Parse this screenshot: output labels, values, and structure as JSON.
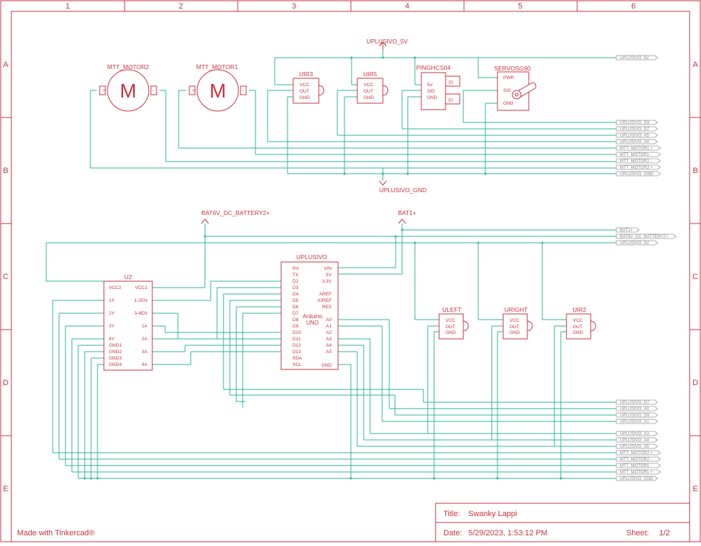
{
  "frame": {
    "columns": [
      "1",
      "2",
      "3",
      "4",
      "5",
      "6"
    ],
    "rows": [
      "A",
      "B",
      "C",
      "D",
      "E"
    ]
  },
  "footer": {
    "made_with": "Made with Tinkercad®",
    "title_label": "Title:",
    "title_value": "Swanky Lappi",
    "date_label": "Date:",
    "date_value": "5/29/2023, 1:53:12 PM",
    "sheet_label": "Sheet:",
    "sheet_value": "1/2"
  },
  "nets": {
    "top_5v": "UPLUSIVO_5V",
    "top_gnd": "UPLUSIVO_GND",
    "bat6v": "BAT6V_DC_BATTERY2+",
    "bat1": "BAT1+"
  },
  "ports_top": [
    "UPLUSIVO_5V",
    "UPLUSIVO_D9",
    "UPLUSIVO_D7",
    "UPLUSIVO_A5",
    "UPLUSIVO_A4",
    "MTT_MOTOR1 +",
    "MTT_MOTOR1 -",
    "MTT_MOTOR2 -",
    "MTT_MOTOR2 +",
    "UPLUSIVO_GND"
  ],
  "ports_mid": [
    "BAT1+",
    "BAT6V_DC_BATTERY2+",
    "UPLUSIVO_5V"
  ],
  "ports_bottom": [
    "UPLUSIVO_D7",
    "UPLUSIVO_A0",
    "UPLUSIVO_D9",
    "UPLUSIVO_A1",
    "UPLUSIVO_A3",
    "UPLUSIVO_A4",
    "UPLUSIVO_A5",
    "MTT_MOTOR2 +",
    "MTT_MOTOR2 -",
    "MTT_MOTOR1 -",
    "MTT_MOTOR1 +",
    "UPLUSIVO_GND"
  ],
  "motors": [
    {
      "name": "MTT_MOTOR2",
      "symbol": "M",
      "minus": "-",
      "plus": "+"
    },
    {
      "name": "MTT_MOTOR1",
      "symbol": "M",
      "minus": "-",
      "plus": "+"
    }
  ],
  "ir_top": [
    {
      "name": "UIR3",
      "pins": [
        "VCC",
        "OUT",
        "GND"
      ]
    },
    {
      "name": "UIR5",
      "pins": [
        "VCC",
        "OUT",
        "GND"
      ]
    }
  ],
  "ping": {
    "name": "PINGHCS04",
    "pins": [
      "5V",
      "SIG",
      "GND"
    ]
  },
  "servo": {
    "name": "SERVOSG90",
    "pins": [
      "PWR",
      "SIG",
      "GND"
    ]
  },
  "u2": {
    "name": "U2",
    "left": [
      "VCC2",
      "1Y",
      "2Y",
      "3Y",
      "4Y",
      "GND1",
      "GND2",
      "GND3",
      "GND4"
    ],
    "right": [
      "VCC1",
      "1-2EN",
      "3-4EN",
      "1A",
      "2A",
      "3A",
      "4A"
    ]
  },
  "uno": {
    "name": "UPLUSIVO",
    "left": [
      "RX",
      "TX",
      "D2",
      "D3",
      "D4",
      "D5",
      "D6",
      "D7",
      "D8",
      "D9",
      "D10",
      "D11",
      "D12",
      "D13",
      "SDA",
      "SCL"
    ],
    "right": [
      "VIN",
      "5V",
      "3.3V",
      "AREF",
      "IOREF",
      "RES",
      "A0",
      "A1",
      "A2",
      "A3",
      "A4",
      "A5",
      "GND"
    ],
    "label1": "Arduino",
    "label2": "UNO"
  },
  "ir_bottom": [
    {
      "name": "ULEFT",
      "pins": [
        "VCC",
        "OUT",
        "GND"
      ]
    },
    {
      "name": "URIGHT",
      "pins": [
        "VCC",
        "OUT",
        "GND"
      ]
    },
    {
      "name": "UIR2",
      "pins": [
        "VCC",
        "OUT",
        "GND"
      ]
    }
  ]
}
